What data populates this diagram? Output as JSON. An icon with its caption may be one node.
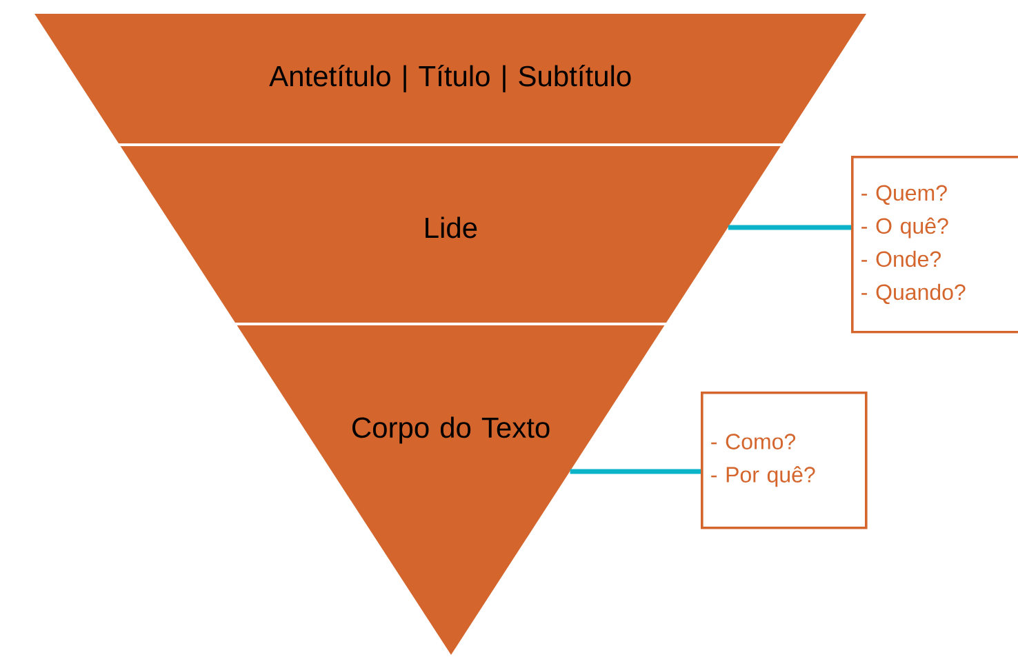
{
  "diagram": {
    "nodes": [
      {
        "text": [
          "Antetítulo | Título | Subtítulo"
        ]
      },
      {
        "text": [
          "Lide"
        ]
      },
      {
        "text": [
          "Corpo do Texto"
        ]
      },
      {
        "text": [
          "- Quem?",
          "- O quê?",
          "- Onde?",
          "- Quando?"
        ]
      },
      {
        "text": [
          "- Como?",
          "- Por quê?"
        ]
      }
    ],
    "edges": [
      {
        "from": 1,
        "to": 3,
        "arrow": "none",
        "color": "#0bb3c9"
      },
      {
        "from": 2,
        "to": 4,
        "arrow": "none",
        "color": "#0bb3c9"
      }
    ]
  }
}
